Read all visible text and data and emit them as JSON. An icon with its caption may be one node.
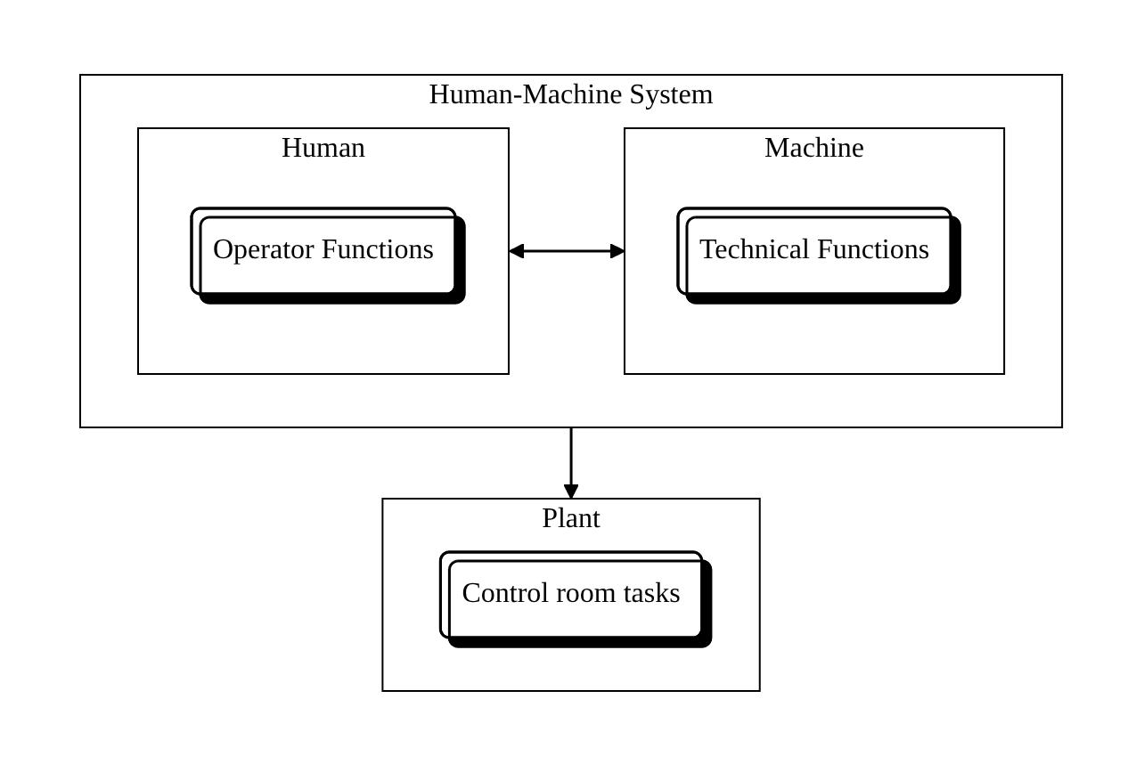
{
  "diagram": {
    "nodes": [
      {
        "text": [
          "Human-Machine System"
        ]
      },
      {
        "text": [
          "Human"
        ],
        "in": 0
      },
      {
        "text": [
          "Operator Functions"
        ],
        "in": 1
      },
      {
        "text": [
          "Machine"
        ],
        "in": 0
      },
      {
        "text": [
          "Technical Functions"
        ],
        "in": 3
      },
      {
        "text": [
          "Plant"
        ]
      },
      {
        "text": [
          "Control room tasks"
        ],
        "in": 5
      }
    ],
    "edges": [
      {
        "from": 1,
        "to": 3,
        "arrow": "both"
      },
      {
        "from": 0,
        "to": 5,
        "arrow": "to"
      }
    ]
  }
}
